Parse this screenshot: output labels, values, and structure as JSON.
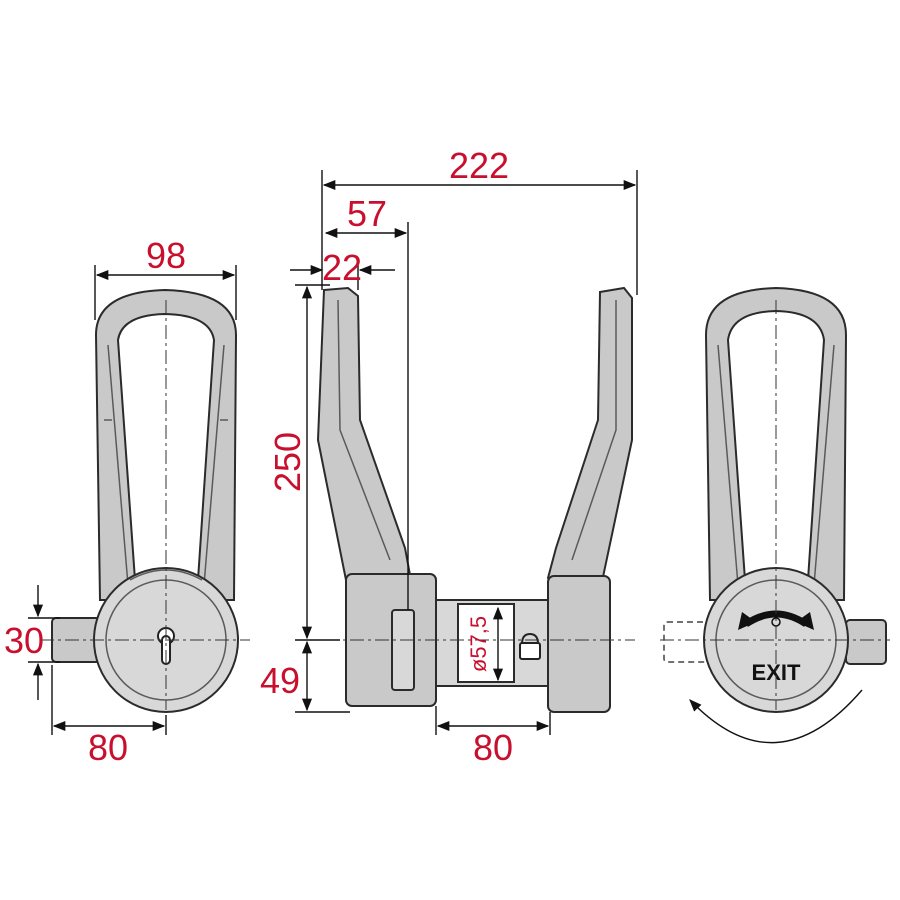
{
  "dimensions": {
    "overall_width": "222",
    "inner_offset": "57",
    "grip_thickness": "22",
    "height": "250",
    "base_height": "49",
    "rose_diameter": "ø57,5",
    "front_width": "98",
    "spindle_height": "30",
    "front_projection": "80",
    "side_projection": "80"
  },
  "labels": {
    "exit": "EXIT"
  },
  "colors": {
    "dimension_text": "#c8102e",
    "part_fill": "#c9c9c9",
    "outline": "#2b2b2b"
  },
  "icons": [
    "keyhole-icon",
    "rotation-arrow-icon",
    "padlock-icon"
  ]
}
